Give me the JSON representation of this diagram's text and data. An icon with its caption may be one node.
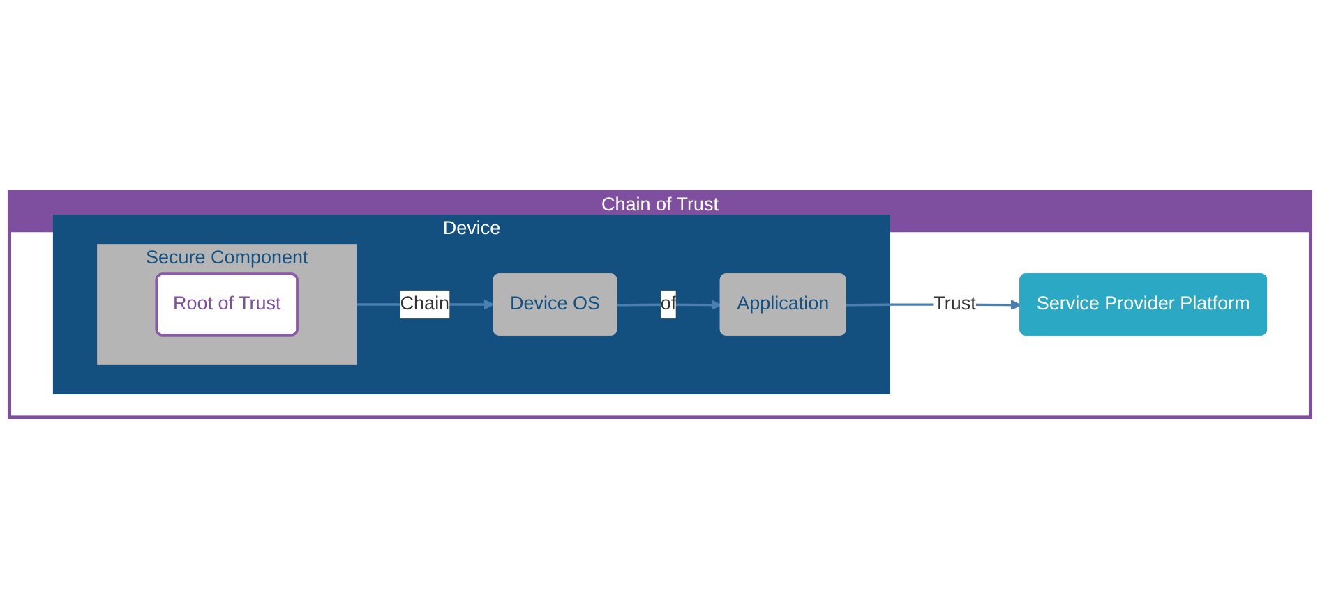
{
  "diagram": {
    "nodes": [
      {
        "text": [
          "Chain of Trust"
        ]
      },
      {
        "text": [
          "Device"
        ],
        "in": 0
      },
      {
        "text": [
          "Secure Component"
        ],
        "in": 1
      },
      {
        "text": [
          "Root of Trust"
        ],
        "in": 2
      },
      {
        "text": [
          "Device OS"
        ],
        "in": 1
      },
      {
        "text": [
          "Application"
        ],
        "in": 1
      },
      {
        "text": [
          "Service Provider Platform"
        ],
        "in": 0
      }
    ],
    "edges": [
      {
        "from": 2,
        "to": 4,
        "arrow": "to",
        "label": "Chain"
      },
      {
        "from": 4,
        "to": 5,
        "arrow": "to",
        "label": "of"
      },
      {
        "from": 5,
        "to": 6,
        "arrow": "to",
        "label": "Trust"
      }
    ]
  }
}
